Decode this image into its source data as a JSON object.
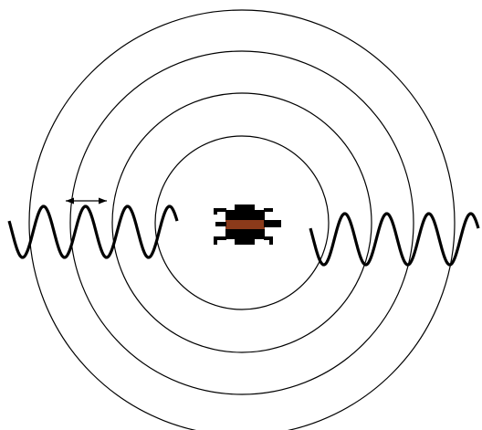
{
  "diagram": {
    "ring_count": 4,
    "wave_left_crests": 4,
    "wave_right_crests": 4,
    "colors": {
      "background": "#ffffff",
      "ring_stroke": "#000000",
      "wave_stroke": "#000000",
      "arrow_stroke": "#000000",
      "bug_body": "#000000",
      "bug_stripe": "#8b3a1a"
    },
    "icons": {
      "bug": "bug-icon",
      "arrow": "double-arrow-icon"
    }
  }
}
